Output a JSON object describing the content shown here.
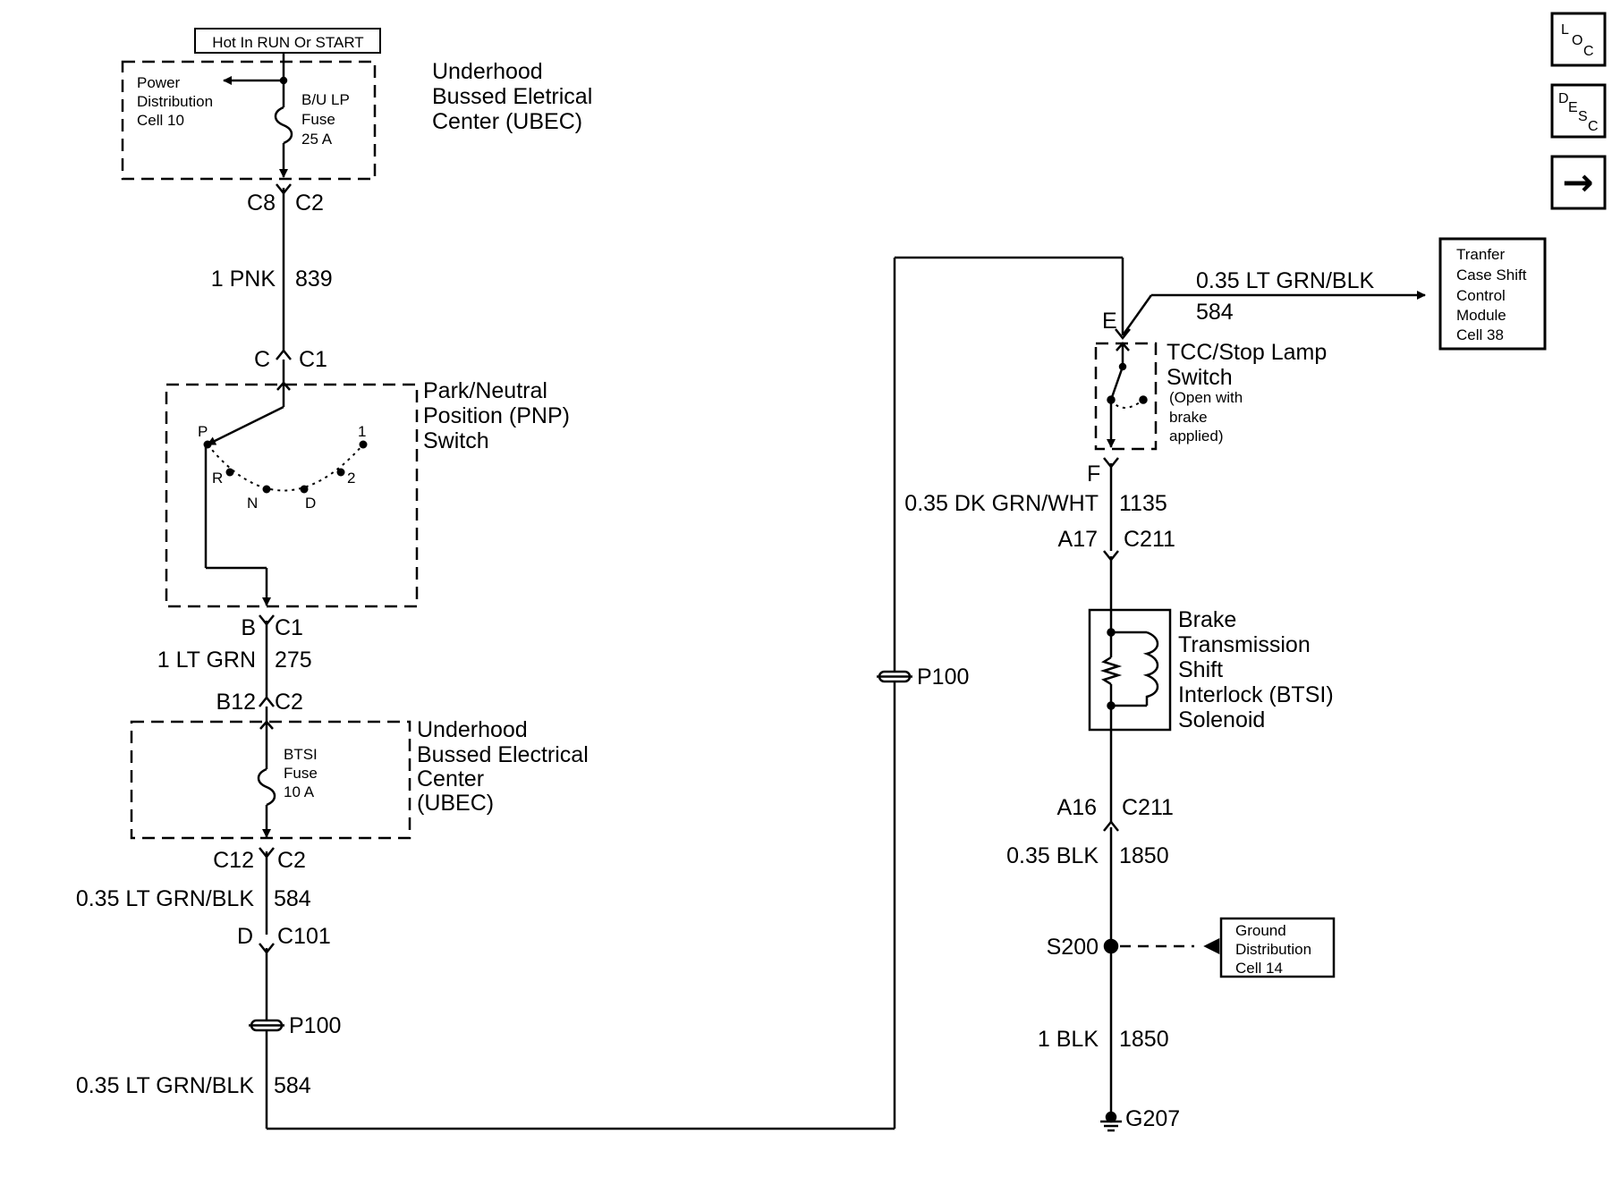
{
  "header": {
    "power_label": "Hot In RUN Or START"
  },
  "ubec_top": {
    "title": [
      "Underhood",
      "Bussed Eletrical",
      "Center (UBEC)"
    ],
    "power_distribution": [
      "Power",
      "Distribution",
      "Cell 10"
    ],
    "fuse": [
      "B/U LP",
      "Fuse",
      "25 A"
    ],
    "conn_left": "C8",
    "conn_right": "C2"
  },
  "wire_839": {
    "color": "1 PNK",
    "circuit": "839"
  },
  "pnp_switch": {
    "conn_in_left": "C",
    "conn_in_right": "C1",
    "title": [
      "Park/Neutral",
      "Position (PNP)",
      "Switch"
    ],
    "positions": {
      "p": "P",
      "r": "R",
      "n": "N",
      "d": "D",
      "two": "2",
      "one": "1"
    },
    "conn_out_left": "B",
    "conn_out_right": "C1"
  },
  "wire_275": {
    "color": "1 LT GRN",
    "circuit": "275"
  },
  "ubec_bottom": {
    "conn_in_left": "B12",
    "conn_in_right": "C2",
    "title": [
      "Underhood",
      "Bussed Electrical",
      "Center",
      "(UBEC)"
    ],
    "fuse": [
      "BTSI",
      "Fuse",
      "10 A"
    ],
    "conn_out_left": "C12",
    "conn_out_right": "C2"
  },
  "wire_584_a": {
    "color": "0.35 LT GRN/BLK",
    "circuit": "584"
  },
  "c101": {
    "left": "D",
    "right": "C101"
  },
  "p100_left": "P100",
  "wire_584_b": {
    "color": "0.35 LT GRN/BLK",
    "circuit": "584"
  },
  "p100_mid": "P100",
  "tcc_switch": {
    "terminal_in": "E",
    "terminal_out": "F",
    "title": [
      "TCC/Stop Lamp",
      "Switch"
    ],
    "note": [
      "(Open with",
      "brake",
      "applied)"
    ]
  },
  "wire_584_tccm": {
    "color": "0.35 LT GRN/BLK",
    "circuit": "584"
  },
  "tccm_box": [
    "Tranfer",
    "Case Shift",
    "Control",
    "Module",
    "Cell 38"
  ],
  "wire_1135": {
    "color": "0.35 DK GRN/WHT",
    "circuit": "1135"
  },
  "c211_top": {
    "left": "A17",
    "right": "C211"
  },
  "btsi": [
    "Brake",
    "Transmission",
    "Shift",
    "Interlock (BTSI)",
    "Solenoid"
  ],
  "c211_bottom": {
    "left": "A16",
    "right": "C211"
  },
  "wire_1850_a": {
    "color": "0.35 BLK",
    "circuit": "1850"
  },
  "splice": "S200",
  "ground_box": [
    "Ground",
    "Distribution",
    "Cell 14"
  ],
  "wire_1850_b": {
    "color": "1 BLK",
    "circuit": "1850"
  },
  "ground": "G207",
  "nav": {
    "loc": [
      "L",
      "O",
      "C"
    ],
    "desc": [
      "D",
      "E",
      "S",
      "C"
    ],
    "next_arrow": "→"
  }
}
